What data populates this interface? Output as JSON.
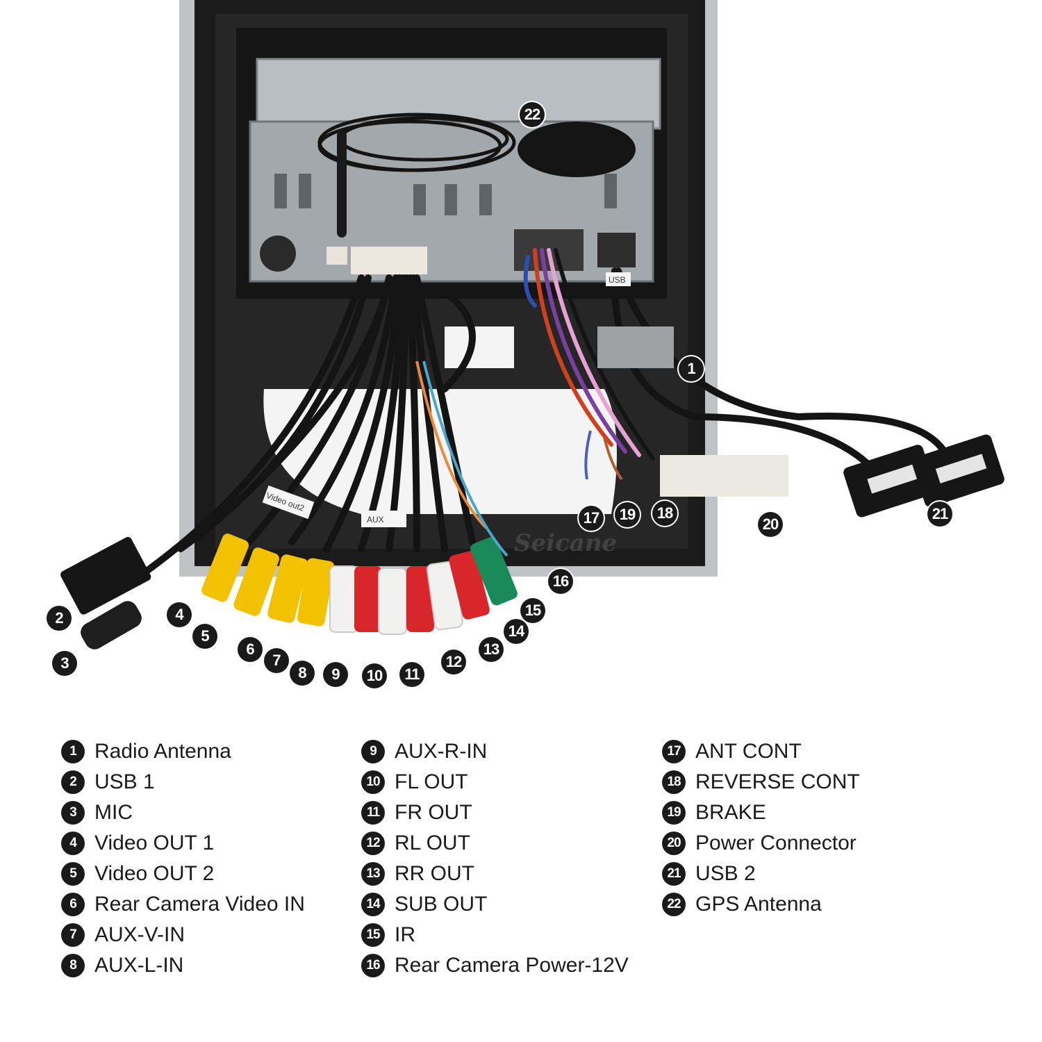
{
  "photo": {
    "watermark": "Seicane",
    "cable_labels": {
      "video_out2": "Video out2",
      "aux": "AUX",
      "usb": "USB"
    }
  },
  "callouts": [
    "1",
    "2",
    "3",
    "4",
    "5",
    "6",
    "7",
    "8",
    "9",
    "10",
    "11",
    "12",
    "13",
    "14",
    "15",
    "16",
    "17",
    "18",
    "19",
    "20",
    "21",
    "22"
  ],
  "legend": {
    "col1": [
      {
        "num": "1",
        "label": "Radio Antenna"
      },
      {
        "num": "2",
        "label": "USB 1"
      },
      {
        "num": "3",
        "label": "MIC"
      },
      {
        "num": "4",
        "label": "Video OUT 1"
      },
      {
        "num": "5",
        "label": "Video OUT 2"
      },
      {
        "num": "6",
        "label": "Rear Camera Video IN"
      },
      {
        "num": "7",
        "label": "AUX-V-IN"
      },
      {
        "num": "8",
        "label": "AUX-L-IN"
      }
    ],
    "col2": [
      {
        "num": "9",
        "label": "AUX-R-IN"
      },
      {
        "num": "10",
        "label": "FL OUT"
      },
      {
        "num": "11",
        "label": "FR OUT"
      },
      {
        "num": "12",
        "label": "RL OUT"
      },
      {
        "num": "13",
        "label": "RR OUT"
      },
      {
        "num": "14",
        "label": "SUB OUT"
      },
      {
        "num": "15",
        "label": "IR"
      },
      {
        "num": "16",
        "label": "Rear Camera Power-12V"
      }
    ],
    "col3": [
      {
        "num": "17",
        "label": "ANT CONT"
      },
      {
        "num": "18",
        "label": "REVERSE CONT"
      },
      {
        "num": "19",
        "label": "BRAKE"
      },
      {
        "num": "20",
        "label": "Power Connector"
      },
      {
        "num": "21",
        "label": "USB 2"
      },
      {
        "num": "22",
        "label": "GPS Antenna"
      }
    ]
  },
  "colors": {
    "rca_yellow": "#f2c200",
    "rca_white": "#f1f1ef",
    "rca_red": "#d8262a",
    "rca_green": "#1b8a5a",
    "cable_black": "#141414",
    "chassis_gray": "#9aa0a4"
  }
}
